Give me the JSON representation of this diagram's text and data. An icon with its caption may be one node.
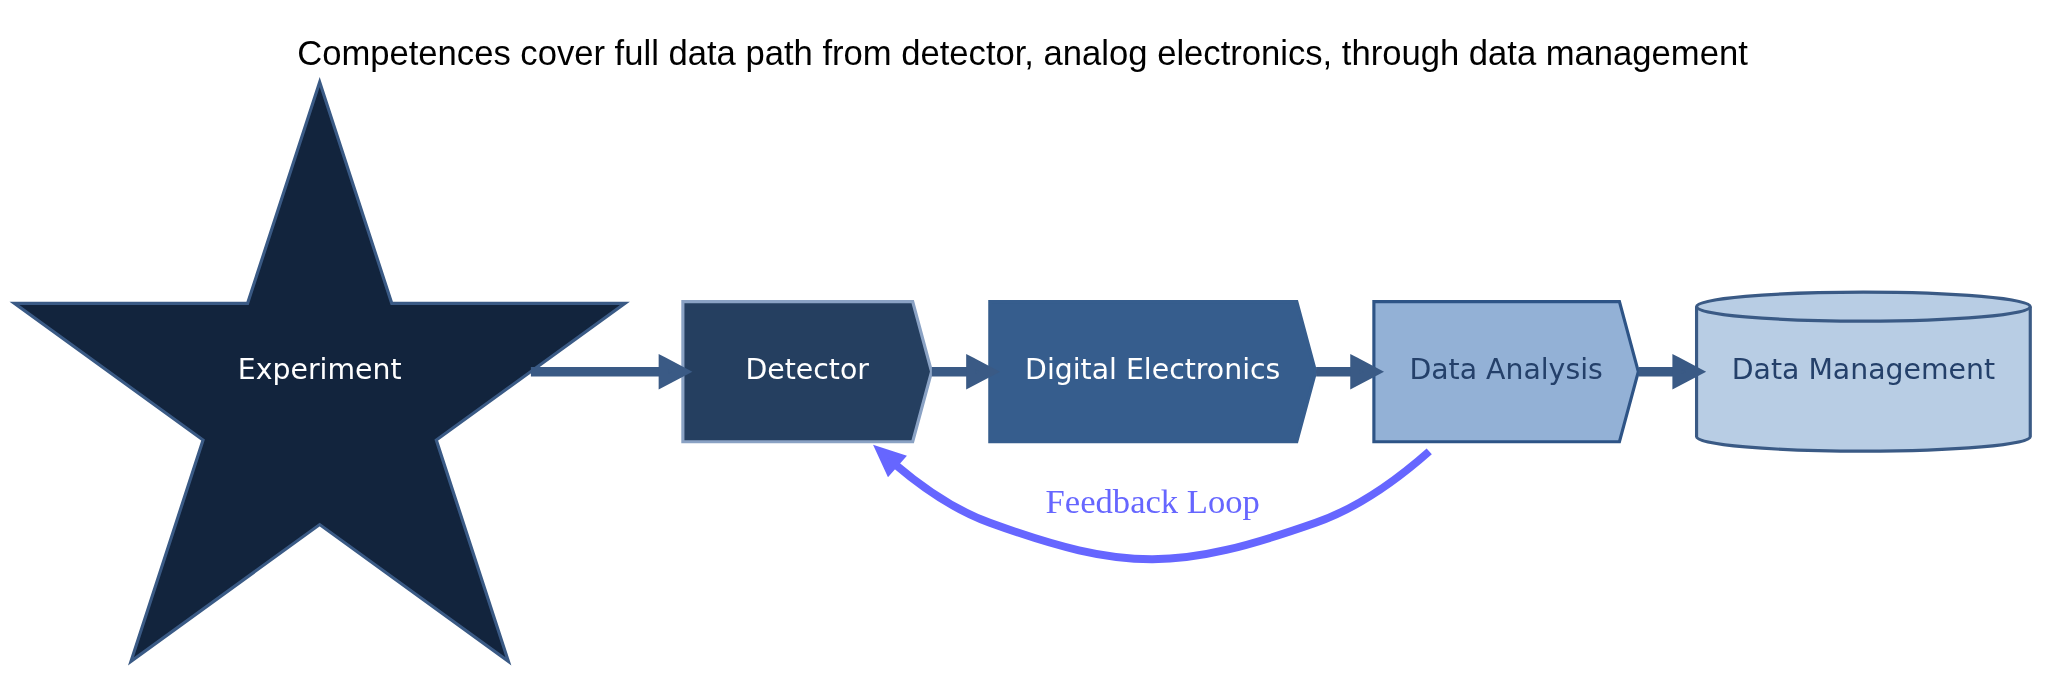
{
  "diagram": {
    "title": "Competences cover full data path from detector, analog electronics, through data management",
    "nodes": [
      {
        "text": [
          "Experiment"
        ]
      },
      {
        "text": [
          "Detector"
        ]
      },
      {
        "text": [
          "Digital Electronics"
        ]
      },
      {
        "text": [
          "Data Analysis"
        ]
      },
      {
        "text": [
          "Data Management"
        ]
      }
    ],
    "edges": [
      {
        "from": 0,
        "to": 1,
        "arrow": "to"
      },
      {
        "from": 1,
        "to": 2,
        "arrow": "to"
      },
      {
        "from": 2,
        "to": 3,
        "arrow": "to"
      },
      {
        "from": 3,
        "to": 4,
        "arrow": "to"
      },
      {
        "from": 3,
        "to": 1,
        "arrow": "to",
        "label": "Feedback Loop",
        "color": "#6666ff"
      }
    ]
  }
}
